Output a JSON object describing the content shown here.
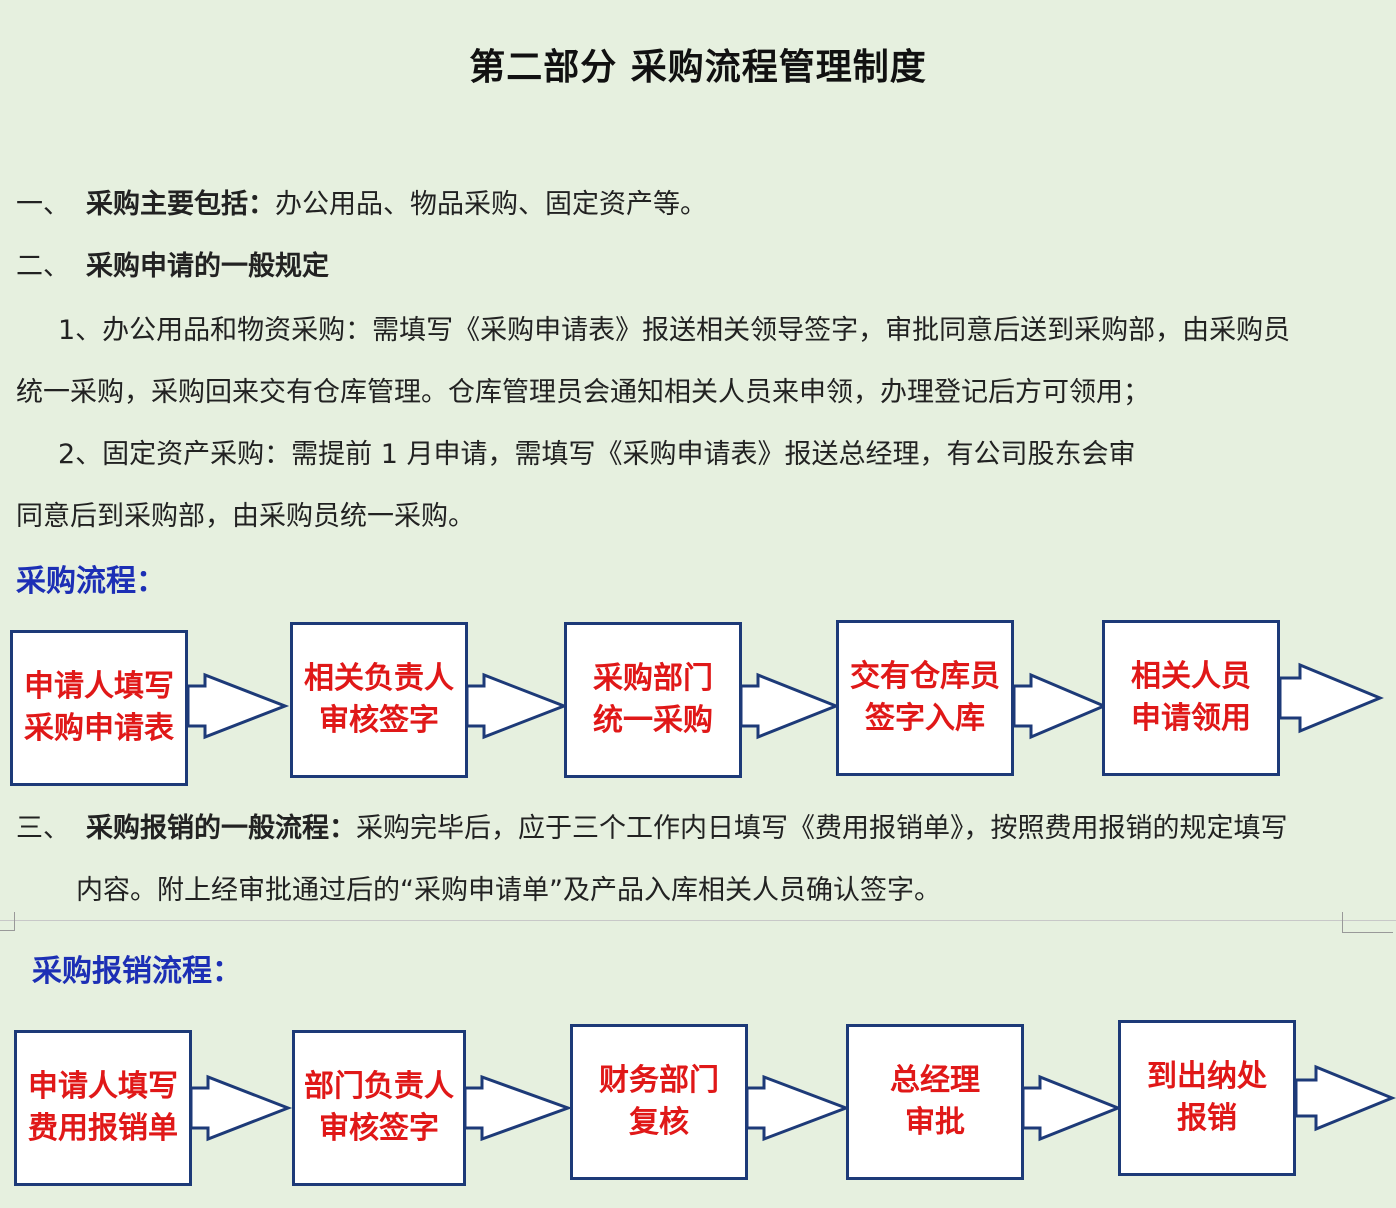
{
  "title": "第二部分  采购流程管理制度",
  "section1": {
    "num": "一、",
    "label": "采购主要包括：",
    "text": "办公用品、物品采购、固定资产等。"
  },
  "section2": {
    "num": "二、",
    "label": "采购申请的一般规定",
    "item1_line1": "1、办公用品和物资采购：需填写《采购申请表》报送相关领导签字，审批同意后送到采购部，由采购员",
    "item1_line2": "统一采购，采购回来交有仓库管理。仓库管理员会通知相关人员来申领，办理登记后方可领用；",
    "item2_line1": "2、固定资产采购：需提前 1 月申请，需填写《采购申请表》报送总经理，有公司股东会审",
    "item2_line2": "同意后到采购部，由采购员统一采购。"
  },
  "flow1": {
    "heading": "采购流程：",
    "steps": [
      {
        "l1": "申请人填写",
        "l2": "采购申请表"
      },
      {
        "l1": "相关负责人",
        "l2": "审核签字"
      },
      {
        "l1": "采购部门",
        "l2": "统一采购"
      },
      {
        "l1": "交有仓库员",
        "l2": "签字入库"
      },
      {
        "l1": "相关人员",
        "l2": "申请领用"
      }
    ]
  },
  "section3": {
    "num": "三、",
    "label": "采购报销的一般流程：",
    "text1": "采购完毕后，应于三个工作内日填写《费用报销单》，按照费用报销的规定填写",
    "text2": "内容。附上经审批通过后的“采购申请单”及产品入库相关人员确认签字。"
  },
  "flow2": {
    "heading": "采购报销流程：",
    "steps": [
      {
        "l1": "申请人填写",
        "l2": "费用报销单"
      },
      {
        "l1": "部门负责人",
        "l2": "审核签字"
      },
      {
        "l1": "财务部门",
        "l2": "复核"
      },
      {
        "l1": "总经理",
        "l2": "审批"
      },
      {
        "l1": "到出纳处",
        "l2": "报销"
      }
    ]
  },
  "colors": {
    "box_border": "#1d3a78",
    "box_text": "#e01818",
    "heading_blue": "#1c2fb5",
    "background": "#e6f0df"
  }
}
